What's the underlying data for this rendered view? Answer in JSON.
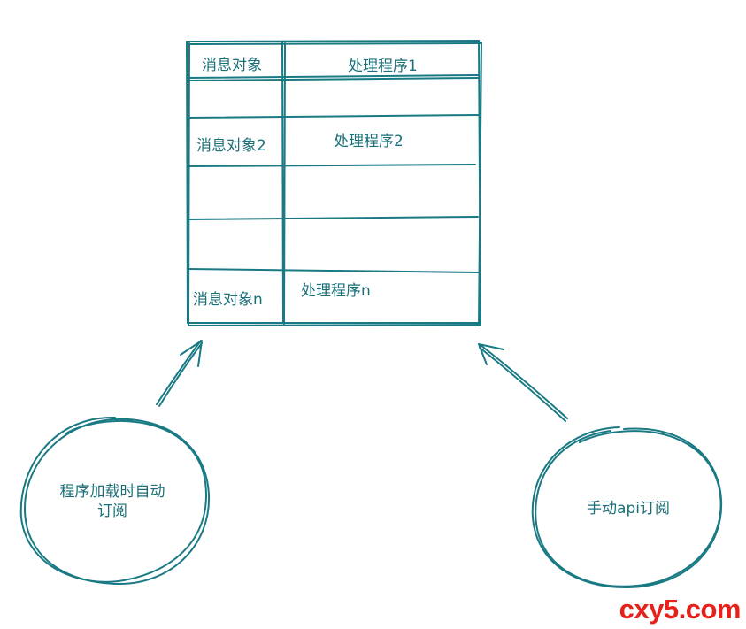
{
  "colors": {
    "stroke": "#1a7a84",
    "text": "#1a6f78",
    "watermark": "#e8201a"
  },
  "table": {
    "rows": [
      {
        "message": "消息对象",
        "handler": "处理程序1"
      },
      {
        "message": "",
        "handler": ""
      },
      {
        "message": "消息对象2",
        "handler": "处理程序2"
      },
      {
        "message": "",
        "handler": ""
      },
      {
        "message": "",
        "handler": ""
      },
      {
        "message": "消息对象n",
        "handler": "处理程序n"
      }
    ]
  },
  "left_circle": {
    "line1": "程序加载时自动",
    "line2": "订阅"
  },
  "right_circle": {
    "text": "手动api订阅"
  },
  "watermark": "cxy5.com"
}
